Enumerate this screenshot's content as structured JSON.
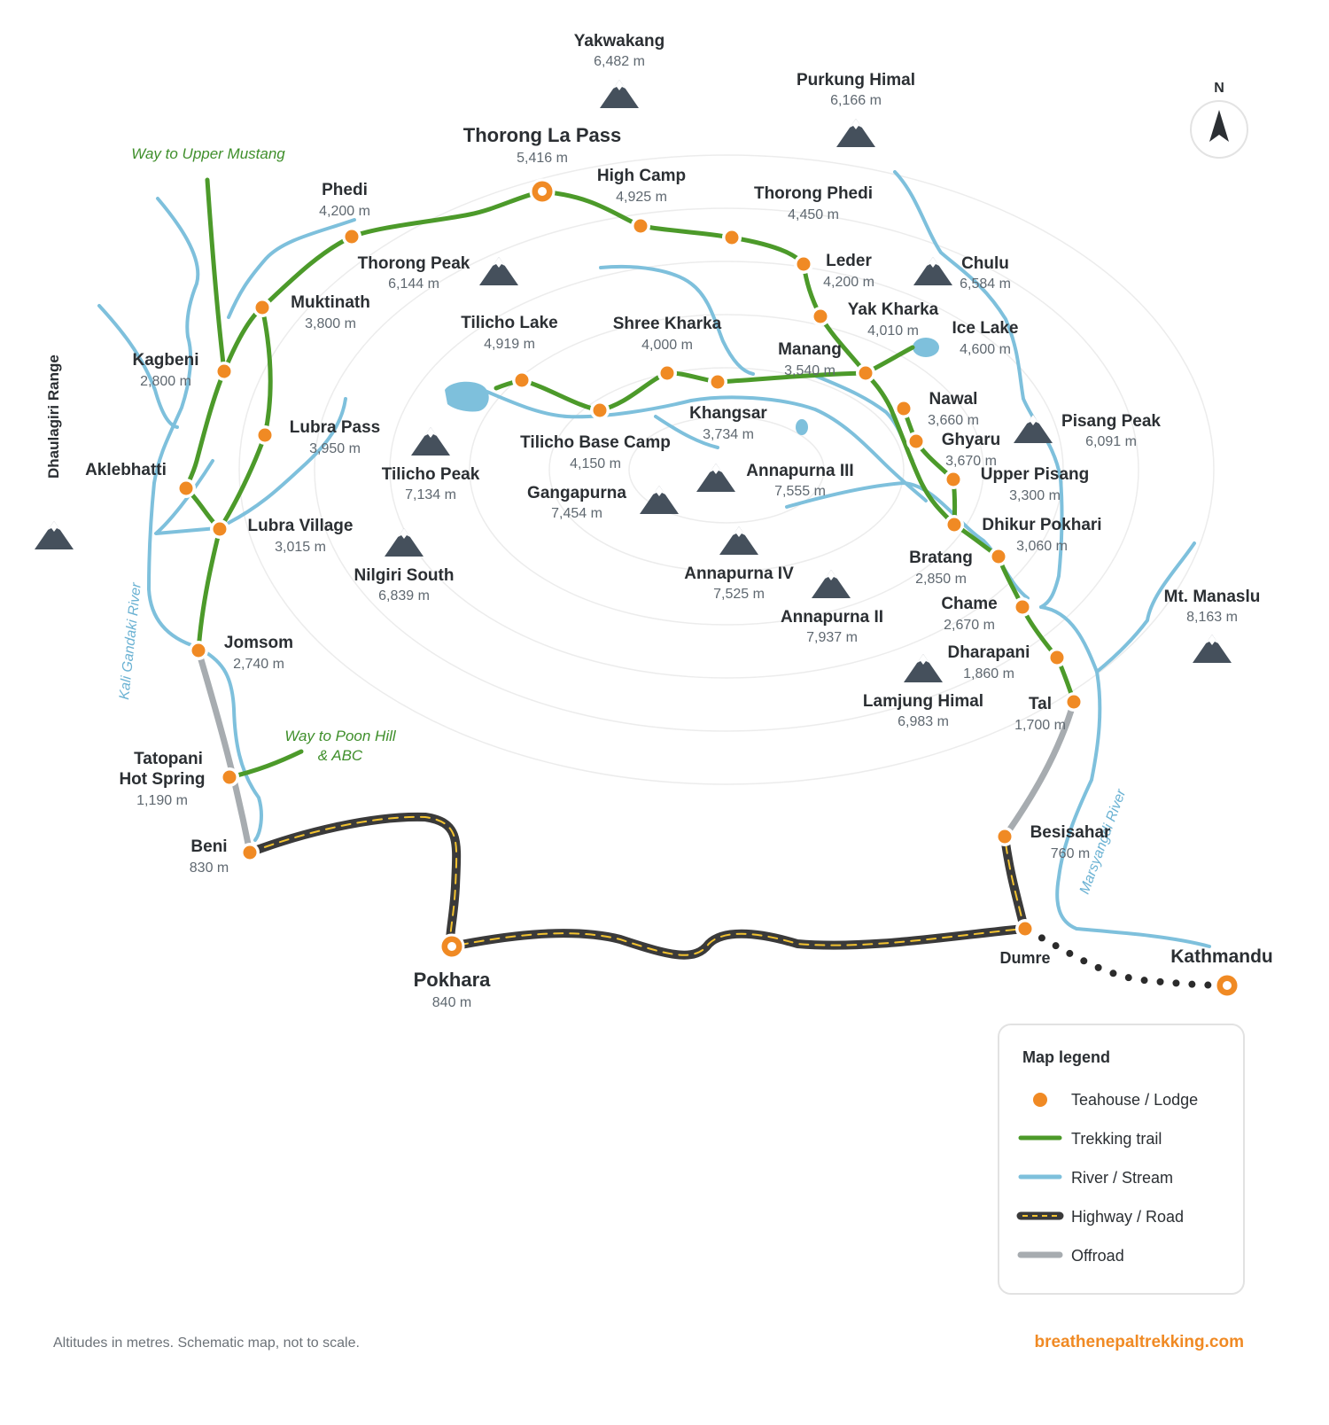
{
  "colors": {
    "teahouse": "#f08a24",
    "trail": "#4c9a2a",
    "river": "#7ec0dc",
    "road": "#3a3a3a",
    "road_dash": "#f2c230",
    "offroad": "#a7acb0",
    "mountain": "#45505c",
    "text": "#2b2f33",
    "altitude": "#5f6870",
    "green_note": "#3f8f2b",
    "footer_link": "#f08a24"
  },
  "compass": {
    "label": "N",
    "icon": "north-arrow-icon"
  },
  "notes": {
    "upper_mustang": "Way to Upper Mustang",
    "poon_hill_1": "Way to Poon Hill",
    "poon_hill_2": "& ABC"
  },
  "range_label": "Dhaulagiri Range",
  "rivers": {
    "kali_gandaki": "Kali Gandaki River",
    "marsyangdi": "Marsyangdi River"
  },
  "peaks": [
    {
      "name": "Yakwakang",
      "alt": "6,482 m"
    },
    {
      "name": "Purkung Himal",
      "alt": "6,166 m"
    },
    {
      "name": "Thorong Peak",
      "alt": "6,144 m"
    },
    {
      "name": "Chulu",
      "alt": "6,584 m"
    },
    {
      "name": "Pisang Peak",
      "alt": "6,091 m"
    },
    {
      "name": "Tilicho Peak",
      "alt": "7,134 m"
    },
    {
      "name": "Annapurna III",
      "alt": "7,555 m"
    },
    {
      "name": "Gangapurna",
      "alt": "7,454 m"
    },
    {
      "name": "Nilgiri South",
      "alt": "6,839 m"
    },
    {
      "name": "Annapurna IV",
      "alt": "7,525 m"
    },
    {
      "name": "Annapurna II",
      "alt": "7,937 m"
    },
    {
      "name": "Lamjung Himal",
      "alt": "6,983 m"
    },
    {
      "name": "Mt. Manaslu",
      "alt": "8,163 m"
    },
    {
      "name": "",
      "alt": ""
    }
  ],
  "places": [
    {
      "name": "Thorong La Pass",
      "alt": "5,416 m"
    },
    {
      "name": "High Camp",
      "alt": "4,925 m"
    },
    {
      "name": "Thorong Phedi",
      "alt": "4,450 m"
    },
    {
      "name": "Phedi",
      "alt": "4,200 m"
    },
    {
      "name": "Leder",
      "alt": "4,200 m"
    },
    {
      "name": "Muktinath",
      "alt": "3,800 m"
    },
    {
      "name": "Yak Kharka",
      "alt": "4,010 m"
    },
    {
      "name": "Ice Lake",
      "alt": "4,600 m"
    },
    {
      "name": "Tilicho Lake",
      "alt": "4,919 m"
    },
    {
      "name": "Shree Kharka",
      "alt": "4,000 m"
    },
    {
      "name": "Manang",
      "alt": "3,540 m"
    },
    {
      "name": "Kagbeni",
      "alt": "2,800 m"
    },
    {
      "name": "Khangsar",
      "alt": "3,734 m"
    },
    {
      "name": "Nawal",
      "alt": "3,660 m"
    },
    {
      "name": "Lubra Pass",
      "alt": "3,950 m"
    },
    {
      "name": "Tilicho Base Camp",
      "alt": "4,150 m"
    },
    {
      "name": "Ghyaru",
      "alt": "3,670 m"
    },
    {
      "name": "Aklebhatti",
      "alt": ""
    },
    {
      "name": "Upper Pisang",
      "alt": "3,300 m"
    },
    {
      "name": "Lubra Village",
      "alt": "3,015 m"
    },
    {
      "name": "Dhikur Pokhari",
      "alt": "3,060 m"
    },
    {
      "name": "Bratang",
      "alt": "2,850 m"
    },
    {
      "name": "Chame",
      "alt": "2,670 m"
    },
    {
      "name": "Jomsom",
      "alt": "2,740 m"
    },
    {
      "name": "Dharapani",
      "alt": "1,860 m"
    },
    {
      "name": "Tal",
      "alt": "1,700 m"
    },
    {
      "name": "Tatopani",
      "alt": ""
    },
    {
      "name": "Hot Spring",
      "alt": "1,190 m"
    },
    {
      "name": "Besisahar",
      "alt": "760 m"
    },
    {
      "name": "Beni",
      "alt": "830 m"
    },
    {
      "name": "Dumre",
      "alt": ""
    },
    {
      "name": "Kathmandu",
      "alt": ""
    },
    {
      "name": "Pokhara",
      "alt": "840 m"
    }
  ],
  "legend": {
    "title": "Map legend",
    "items": [
      {
        "label": "Teahouse / Lodge",
        "icon": "teahouse-marker-icon"
      },
      {
        "label": "Trekking trail",
        "icon": "trail-line-icon"
      },
      {
        "label": "River / Stream",
        "icon": "river-line-icon"
      },
      {
        "label": "Highway / Road",
        "icon": "road-line-icon"
      },
      {
        "label": "Offroad",
        "icon": "offroad-line-icon"
      }
    ]
  },
  "footer": {
    "note": "Altitudes in metres. Schematic map, not to scale.",
    "site": "breathenepaltrekking.com"
  }
}
